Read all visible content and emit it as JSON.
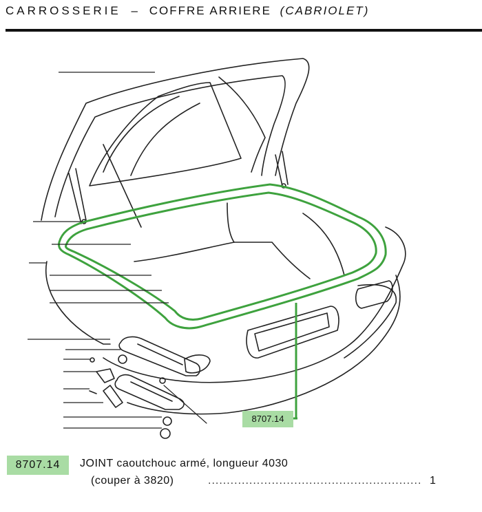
{
  "header": {
    "title": "CARROSSERIE",
    "separator": "–",
    "subtitle": "COFFRE ARRIERE",
    "subtitle_detail": "(CABRIOLET)"
  },
  "diagram": {
    "callout_label": "8707.14",
    "highlight_color": "#a9dca4",
    "seal_color": "#3ea23e",
    "line_color": "#222222"
  },
  "parts": [
    {
      "reference": "8707.14",
      "description": "JOINT caoutchouc armé,  longueur 4030",
      "note": "(couper à 3820)",
      "dots": "........................................................................................................",
      "quantity": "1"
    }
  ]
}
